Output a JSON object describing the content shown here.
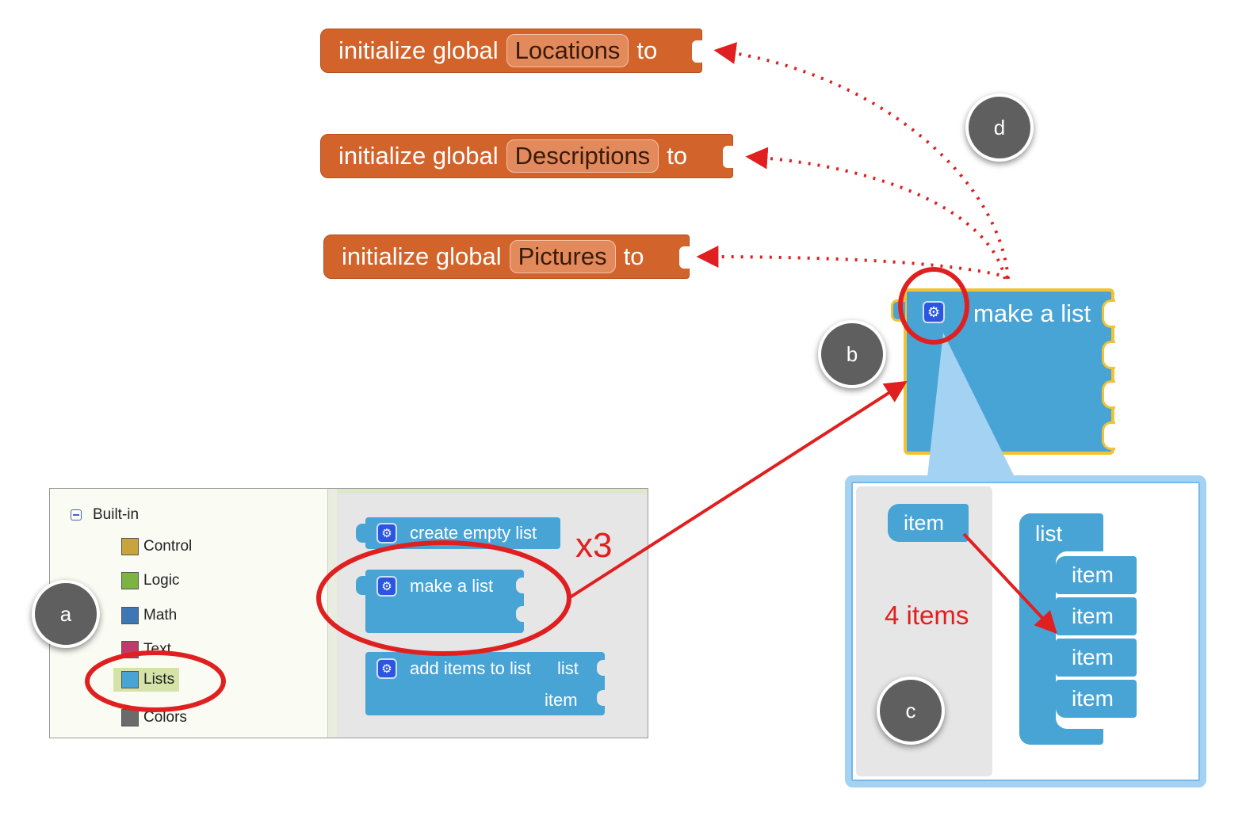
{
  "init_blocks": [
    {
      "prefix": "initialize global",
      "name": "Locations",
      "suffix": "to"
    },
    {
      "prefix": "initialize global",
      "name": "Descriptions",
      "suffix": "to"
    },
    {
      "prefix": "initialize global",
      "name": "Pictures",
      "suffix": "to"
    }
  ],
  "make_list_block": {
    "label": "make a list"
  },
  "badges": {
    "a": "a",
    "b": "b",
    "c": "c",
    "d": "d"
  },
  "palette": {
    "root_label": "Built-in",
    "categories": [
      {
        "label": "Control",
        "color": "#c9a43a"
      },
      {
        "label": "Logic",
        "color": "#7cb342"
      },
      {
        "label": "Math",
        "color": "#3f76b5"
      },
      {
        "label": "Text",
        "color": "#c0396a"
      },
      {
        "label": "Lists",
        "color": "#49a4d6"
      },
      {
        "label": "Colors",
        "color": "#6b6b6b"
      }
    ],
    "drawer_blocks": {
      "create_empty_list": "create empty list",
      "make_a_list": "make a list",
      "add_items_to_list": "add items to list",
      "add_items_list_param": "list",
      "add_items_item_param": "item"
    }
  },
  "annotations": {
    "multiplier": "x3",
    "items_count": "4 items"
  },
  "mutator": {
    "item_label": "item",
    "list_label": "list",
    "list_items": [
      "item",
      "item",
      "item",
      "item"
    ]
  },
  "colors": {
    "accent_red": "#e02020",
    "block_orange": "#d2632b",
    "block_blue": "#49a4d6",
    "highlight_yellow": "#f2c233"
  }
}
